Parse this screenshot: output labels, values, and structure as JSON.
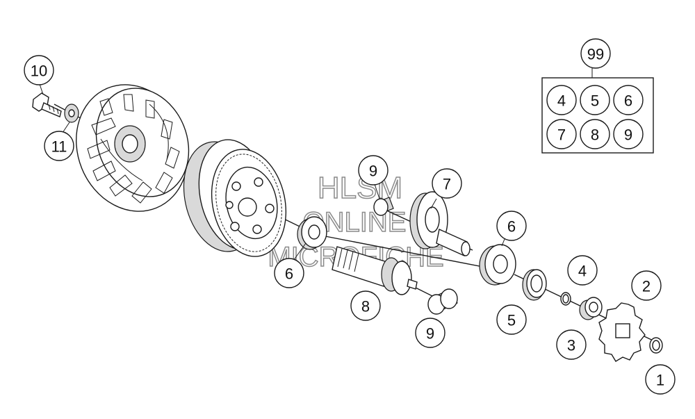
{
  "callouts": [
    {
      "id": "c1",
      "label": "1"
    },
    {
      "id": "c2",
      "label": "2"
    },
    {
      "id": "c3",
      "label": "3"
    },
    {
      "id": "c4",
      "label": "4"
    },
    {
      "id": "c5",
      "label": "5"
    },
    {
      "id": "c6a",
      "label": "6"
    },
    {
      "id": "c6b",
      "label": "6"
    },
    {
      "id": "c7",
      "label": "7"
    },
    {
      "id": "c8",
      "label": "8"
    },
    {
      "id": "c9a",
      "label": "9"
    },
    {
      "id": "c9b",
      "label": "9"
    },
    {
      "id": "c10",
      "label": "10"
    },
    {
      "id": "c11",
      "label": "11"
    }
  ],
  "kit": {
    "label": "99",
    "items": [
      "4",
      "5",
      "6",
      "7",
      "8",
      "9"
    ]
  },
  "watermark": {
    "line1": "HLSM",
    "line2": "ONLINE",
    "line3": "MICROFICHE"
  }
}
